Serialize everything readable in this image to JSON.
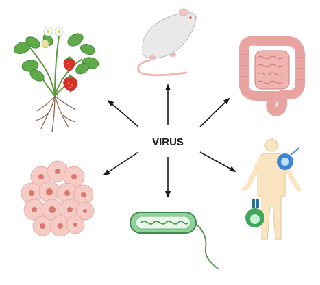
{
  "center_label": "VIRUS",
  "hosts": [
    {
      "name": "plant",
      "icon": "strawberry-plant-icon"
    },
    {
      "name": "animal",
      "icon": "rat-icon"
    },
    {
      "name": "gut",
      "icon": "intestine-icon"
    },
    {
      "name": "cells",
      "icon": "cell-cluster-icon"
    },
    {
      "name": "bacteria",
      "icon": "bacterium-icon"
    },
    {
      "name": "human",
      "icon": "human-body-icon"
    }
  ],
  "colors": {
    "arrow": "#1a1a1a",
    "plant_leaf": "#5faa4a",
    "strawberry": "#d7302b",
    "rat_body": "#e9e9e9",
    "rat_tail": "#f0b6b4",
    "intestine": "#e9a4a2",
    "cell": "#e79c92",
    "bacterium": "#8fd39b",
    "human_skin": "#fbe4c0",
    "immune_blue": "#3e86d4",
    "immune_green": "#3fa75c"
  }
}
